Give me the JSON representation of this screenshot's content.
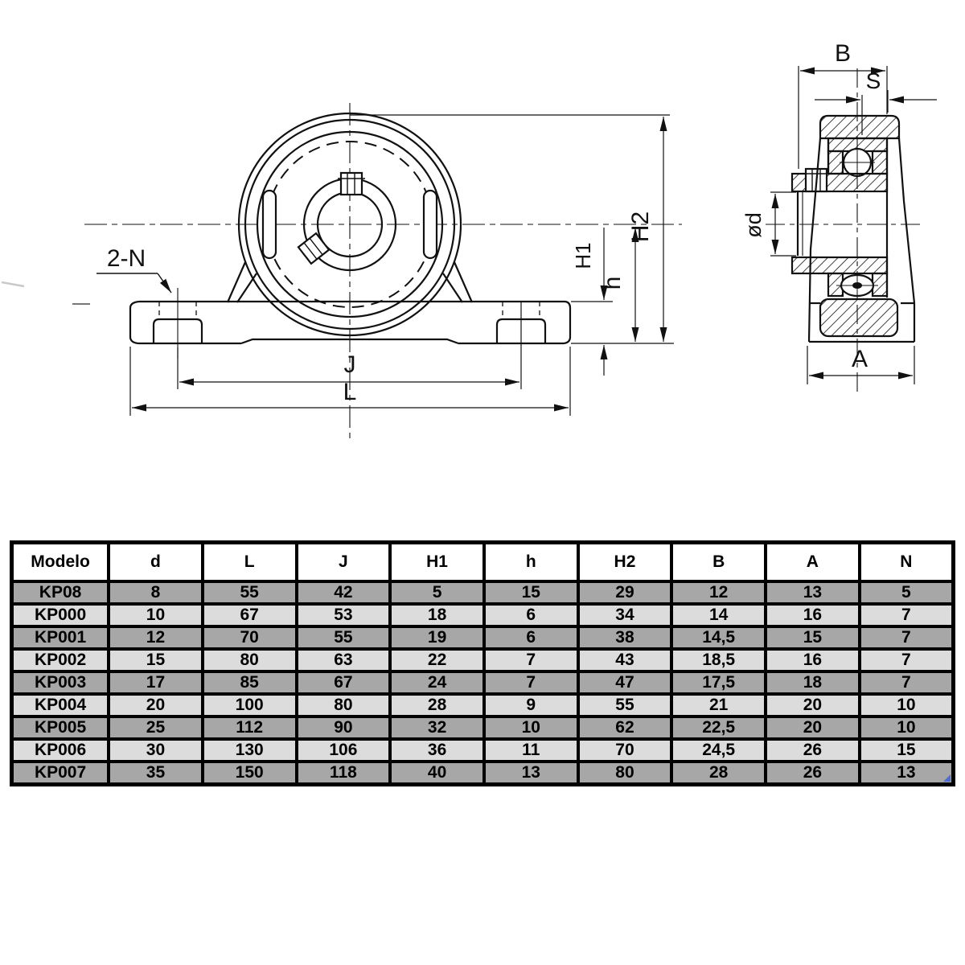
{
  "drawing": {
    "front_view": {
      "labels": {
        "bolt_holes": "2-N",
        "length_j": "J",
        "length_l": "L",
        "height_h1": "H1",
        "height_h": "h",
        "height_h2": "H2"
      }
    },
    "side_view": {
      "labels": {
        "width_b": "B",
        "width_s": "S",
        "bore_d": "ød",
        "base_a": "A"
      }
    }
  },
  "table": {
    "headers": [
      "Modelo",
      "d",
      "L",
      "J",
      "H1",
      "h",
      "H2",
      "B",
      "A",
      "N"
    ],
    "rows": [
      [
        "KP08",
        "8",
        "55",
        "42",
        "5",
        "15",
        "29",
        "12",
        "13",
        "5"
      ],
      [
        "KP000",
        "10",
        "67",
        "53",
        "18",
        "6",
        "34",
        "14",
        "16",
        "7"
      ],
      [
        "KP001",
        "12",
        "70",
        "55",
        "19",
        "6",
        "38",
        "14,5",
        "15",
        "7"
      ],
      [
        "KP002",
        "15",
        "80",
        "63",
        "22",
        "7",
        "43",
        "18,5",
        "16",
        "7"
      ],
      [
        "KP003",
        "17",
        "85",
        "67",
        "24",
        "7",
        "47",
        "17,5",
        "18",
        "7"
      ],
      [
        "KP004",
        "20",
        "100",
        "80",
        "28",
        "9",
        "55",
        "21",
        "20",
        "10"
      ],
      [
        "KP005",
        "25",
        "112",
        "90",
        "32",
        "10",
        "62",
        "22,5",
        "20",
        "10"
      ],
      [
        "KP006",
        "30",
        "130",
        "106",
        "36",
        "11",
        "70",
        "24,5",
        "26",
        "15"
      ],
      [
        "KP007",
        "35",
        "150",
        "118",
        "40",
        "13",
        "80",
        "28",
        "26",
        "13"
      ]
    ],
    "colors": {
      "header_bg": "#d7d7d7",
      "row_dark": "#a7a7a7",
      "row_light": "#dcdcdc",
      "border": "#000000",
      "marker_blue": "#4a6fd0"
    }
  }
}
